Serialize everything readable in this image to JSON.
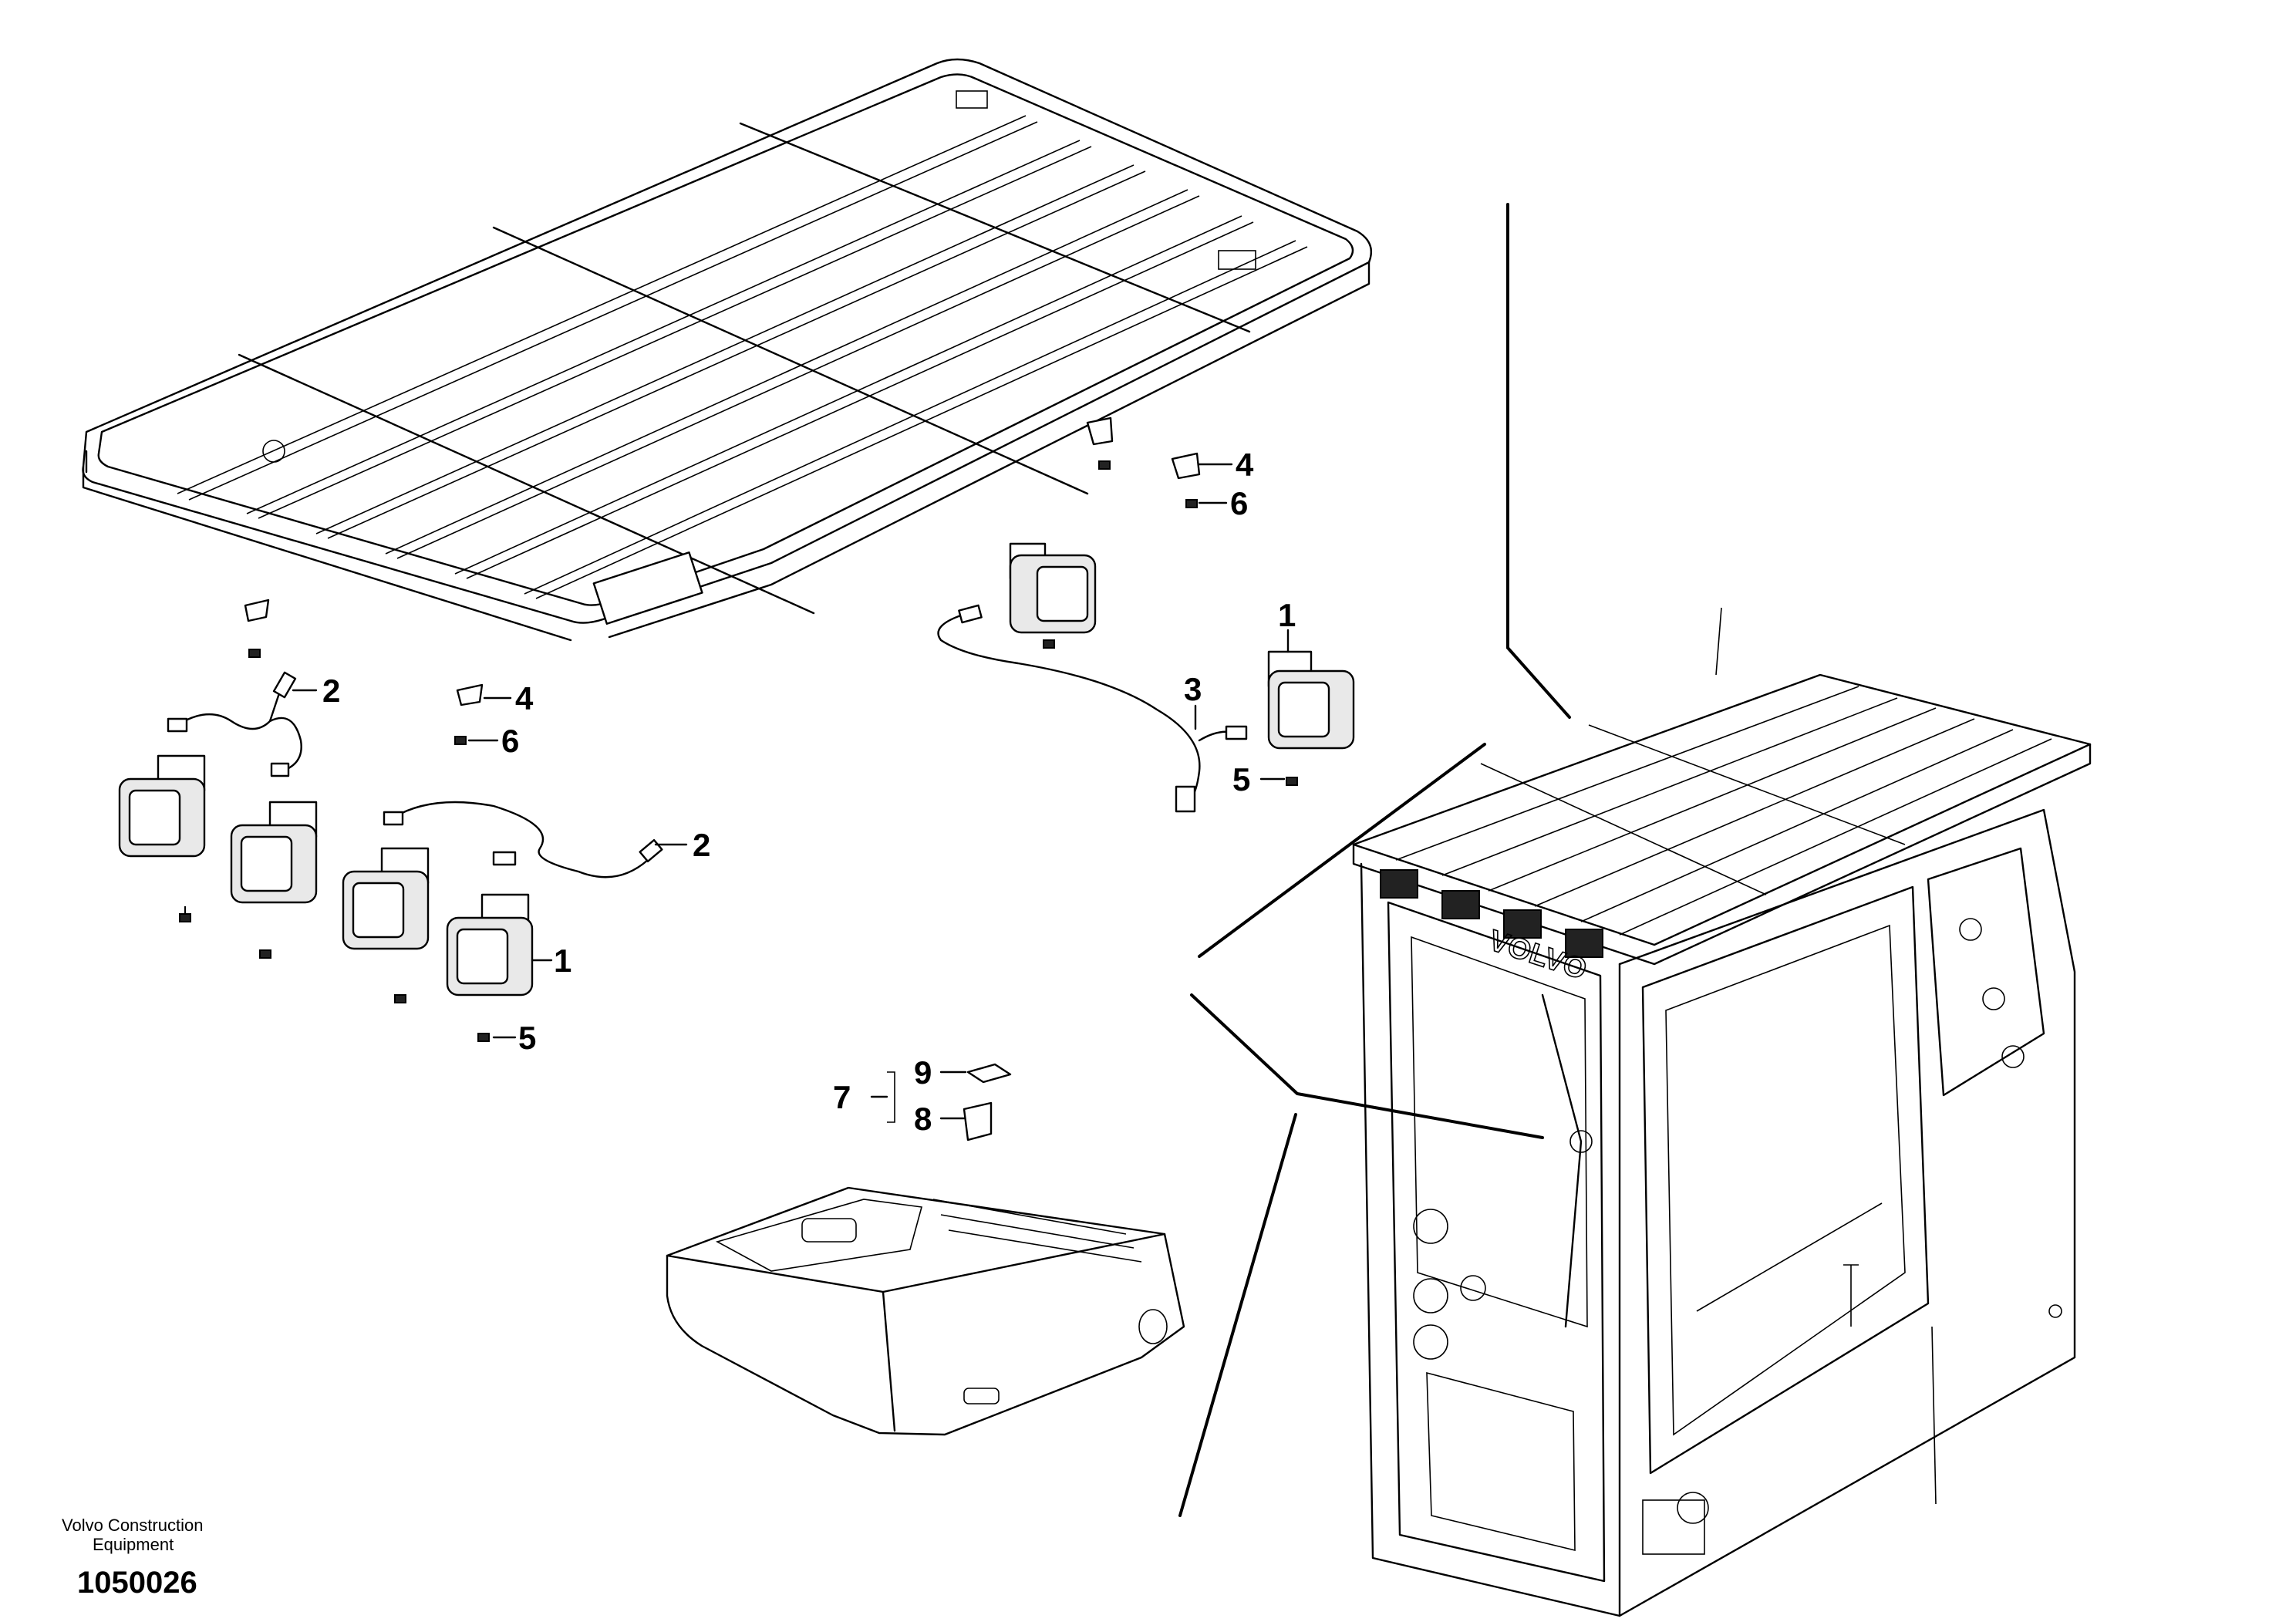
{
  "callouts": {
    "c1_upper": "1",
    "c1_lower": "1",
    "c2_upper": "2",
    "c2_lower": "2",
    "c3": "3",
    "c4_upper": "4",
    "c4_lower": "4",
    "c5_upper": "5",
    "c5_lower": "5",
    "c6_upper": "6",
    "c6_lower": "6",
    "c7": "7",
    "c8": "8",
    "c9": "9"
  },
  "footer": {
    "company_line1": "Volvo Construction",
    "company_line2": "Equipment",
    "drawing_number": "1050026"
  },
  "cab": {
    "brand_text": "VOLVO"
  }
}
